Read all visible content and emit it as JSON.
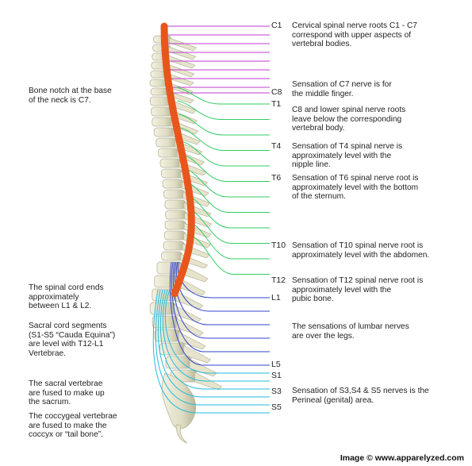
{
  "colors": {
    "cervical": "#c23bd0",
    "thoracic": "#33cc66",
    "lumbar": "#3344cc",
    "sacral": "#22bbdd",
    "spinal_cord": "#e8561c",
    "bone": "#e6e4cc",
    "bone_shade": "#b8b59a"
  },
  "levels": [
    "C1",
    "C8",
    "T1",
    "T4",
    "T6",
    "T10",
    "T12",
    "L1",
    "L5",
    "S1",
    "S3",
    "S5"
  ],
  "left_notes": [
    "Bone notch at the base\nof the neck is C7.",
    "The spinal cord ends\napproximately\nbetween L1 & L2.",
    "Sacral cord segments\n(S1-S5 “Cauda Equina”)\nare level with T12-L1\nVertebrae.",
    "The sacral vertebrae\nare fused to make up\nthe sacrum.",
    "The coccygeal vertebrae\nare fused to make the\ncoccyx or “tail bone”."
  ],
  "right_notes": [
    "Cervical spinal nerve roots C1 - C7\ncorrespond with upper aspects of\nvertebral bodies.",
    "Sensation of C7 nerve is for\nthe middle finger.",
    "C8 and lower spinal nerve roots\nleave below the corresponding\nvertebral body.",
    "Sensation of T4 spinal nerve is\napproximately level with the\nnipple line.",
    "Sensation of T6 spinal nerve root is\napproximately level with the bottom\nof the sternum.",
    "Sensation of T10 spinal nerve root is\napproximately level with the abdomen.",
    "Sensation of T12 spinal nerve root is\napproximately level with the\npubic bone.",
    "The sensations of lumbar nerves\nare over the legs.",
    "Sensation of S3,S4 & S5 nerves is the\nPerineal (genital) area."
  ],
  "credit": "Image © www.apparelyzed.com"
}
